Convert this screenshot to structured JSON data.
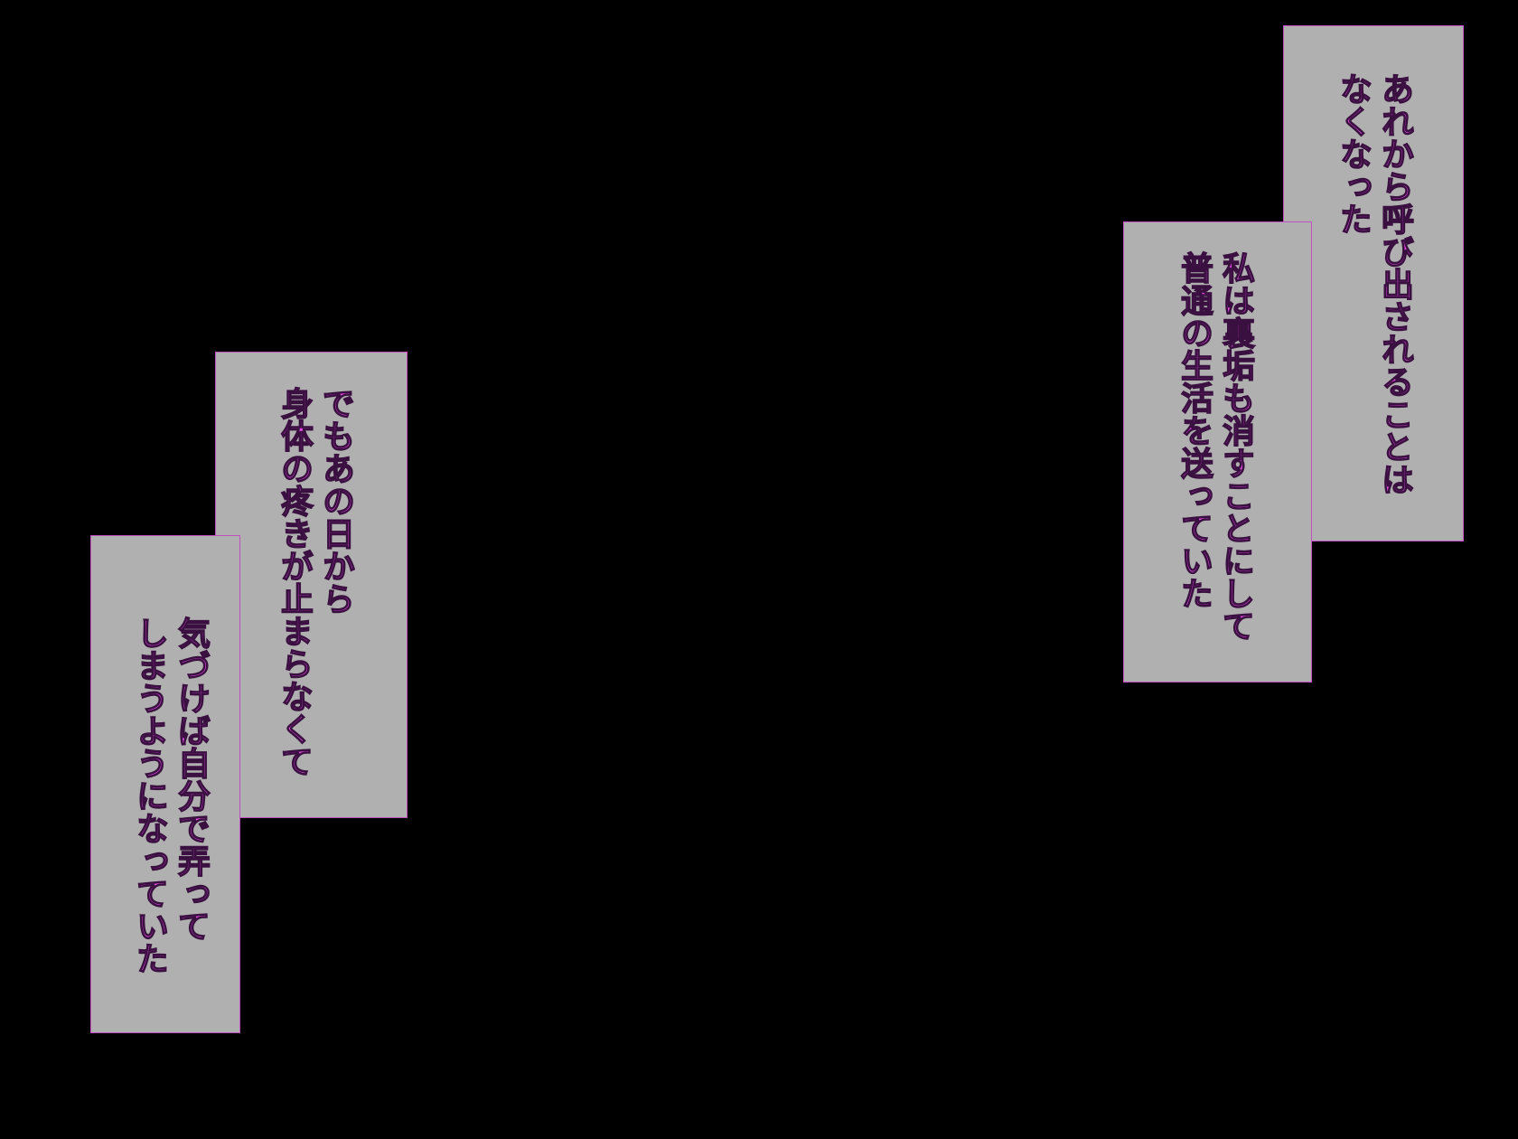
{
  "colors": {
    "background": "#000000",
    "panel": "#b0b0b0",
    "panel_border": "#c04fc0",
    "text": "#e84ee8",
    "text_outline": "#3a1040"
  },
  "right_group": {
    "top_panel": {
      "lines": [
        "あれから呼び出されることは",
        "なくなった"
      ]
    },
    "bottom_panel": {
      "lines": [
        "私は裏垢も消すことにして",
        "普通の生活を送っていた"
      ]
    }
  },
  "left_group": {
    "top_panel": {
      "lines": [
        "でもあの日から",
        "身体の疼きが止まらなくて"
      ]
    },
    "bottom_panel": {
      "lines": [
        "気づけば自分で弄って",
        "しまうようになっていた"
      ]
    }
  }
}
